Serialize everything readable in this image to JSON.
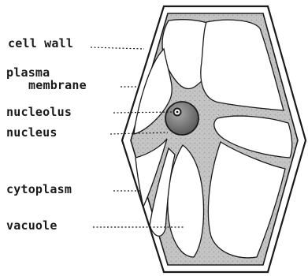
{
  "labels": {
    "cell_wall": "cell wall",
    "plasma": "plasma",
    "membrane": "membrane",
    "nucleolus": "nucleolus",
    "nucleus": "nucleus",
    "cytoplasm": "cytoplasm",
    "vacuole": "vacuole"
  },
  "colors": {
    "ink": "#1a1a1a",
    "cytoplasm": "#b9b9b9",
    "wall": "#ffffff",
    "nucleus": "#7d7d7d",
    "vacuole": "#ffffff"
  }
}
